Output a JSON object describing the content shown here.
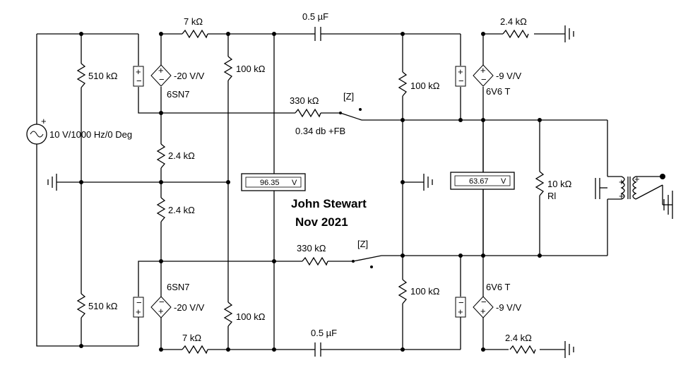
{
  "source": {
    "label": "10 V/1000 Hz/0 Deg"
  },
  "resistors": {
    "r_grid_top": "510 kΩ",
    "r_grid_bot": "510 kΩ",
    "r_top_left_series": "7 kΩ",
    "r_bot_left_series": "7 kΩ",
    "r_top_load": "100 kΩ",
    "r_bot_load": "100 kΩ",
    "r_cathode_upper": "2.4 kΩ",
    "r_cathode_lower": "2.4 kΩ",
    "r_fb_top": "330 kΩ",
    "r_fb_bot": "330 kΩ",
    "r_grid2_top": "100 kΩ",
    "r_grid2_bot": "100 kΩ",
    "r_out_top": "2.4 kΩ",
    "r_out_bot": "2.4 kΩ",
    "r_load_value": "10 kΩ",
    "r_load_name": "Rl"
  },
  "capacitors": {
    "c_top": "0.5 µF",
    "c_bot": "0.5 µF"
  },
  "sources": {
    "vcvs_top_left_gain": "-20 V/V",
    "vcvs_bot_left_gain": "-20 V/V",
    "vcvs_top_right_gain": "-9 V/V",
    "vcvs_bot_right_gain": "-9 V/V",
    "tube_left_top": "6SN7",
    "tube_left_bot": "6SN7",
    "tube_right_top": "6V6 T",
    "tube_right_bot": "6V6 T"
  },
  "switches": {
    "top_key": "[Z]",
    "bot_key": "[Z]",
    "fb_note": "0.34 db +FB"
  },
  "meters": {
    "left_value": "96.35",
    "left_unit": "V",
    "right_value": "63.67",
    "right_unit": "V"
  },
  "annotation": {
    "author": "John Stewart",
    "date": "Nov 2021"
  }
}
